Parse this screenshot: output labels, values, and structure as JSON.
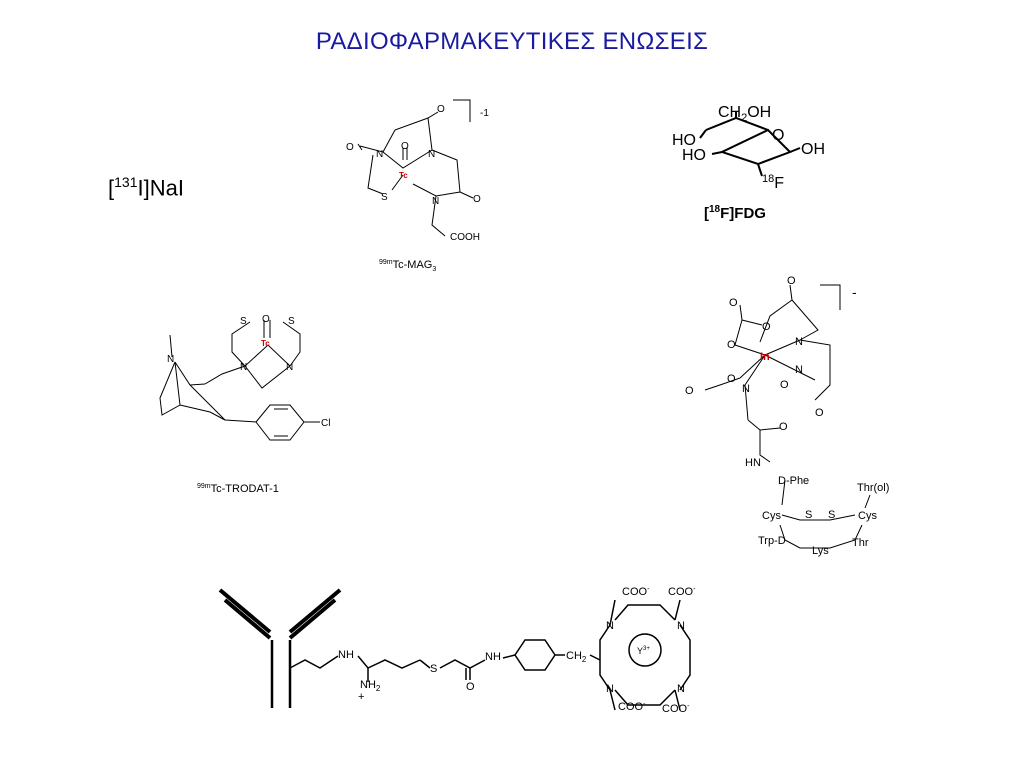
{
  "slide": {
    "title": "ΡΑΔΙΟΦΑΡΜΑΚΕΥΤΙΚΕΣ ΕΝΩΣΕΙΣ"
  },
  "nai": {
    "open": "[",
    "mass": "131",
    "rest": "I]NaI"
  },
  "mag3": {
    "caption_sup": "99m",
    "caption_main": "Tc-MAG",
    "caption_sub": "3",
    "charge": "-1",
    "atoms": {
      "o": "O",
      "n": "N",
      "s": "S",
      "tc": "Tc",
      "cooh": "COOH"
    }
  },
  "fdg": {
    "ch2oh_a": "CH",
    "ch2oh_b": "2",
    "ch2oh_c": "OH",
    "ho": "HO",
    "o": "O",
    "oh": "OH",
    "f_sup": "18",
    "f": "F",
    "caption_a": "[",
    "caption_sup": "18",
    "caption_b": "F]FDG"
  },
  "trodat": {
    "caption_sup": "99m",
    "caption_main": "Tc-TRODAT-1",
    "atoms": {
      "s": "S",
      "o": "O",
      "n": "N",
      "tc": "Tc",
      "cl": "Cl"
    }
  },
  "octreo": {
    "charge": "-",
    "atoms": {
      "o": "O",
      "n": "N",
      "in": "In",
      "hn": "HN"
    },
    "peptide": {
      "dphe": "D-Phe",
      "throl": "Thr(ol)",
      "cys": "Cys",
      "s": "S",
      "trpd": "Trp-D",
      "lys": "Lys",
      "thr": "Thr"
    }
  },
  "antibody": {
    "nh": "NH",
    "nh2": "NH",
    "nh2_sub": "2",
    "plus": "+",
    "s": "S",
    "o": "O",
    "ch2": "CH",
    "ch2_sub": "2",
    "n": "N",
    "coo": "COO",
    "coo_sup": "-",
    "y": "Y",
    "y_sup": "3+"
  },
  "colors": {
    "title": "#1a1aa0",
    "tc": "#cc0000",
    "in": "#cc0000",
    "bonds": "#000000"
  }
}
